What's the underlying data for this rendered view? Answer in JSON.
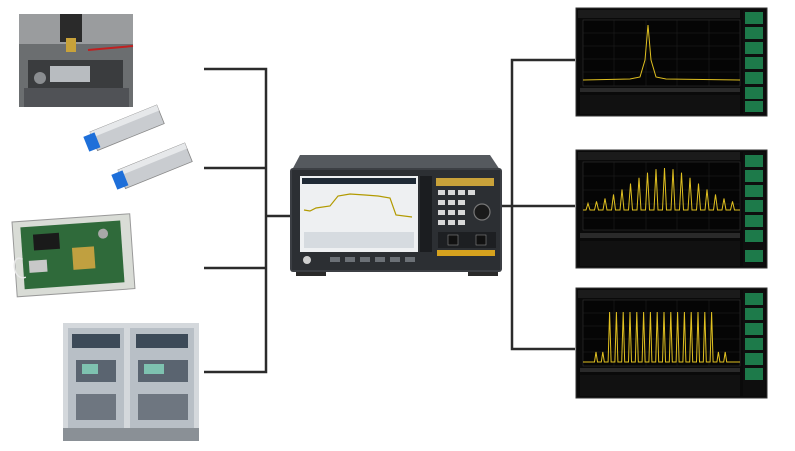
{
  "diagram": {
    "inputs": [
      {
        "name": "probe-station-photo"
      },
      {
        "name": "sfp-transceiver-modules-photo"
      },
      {
        "name": "laser-module-board-photo"
      },
      {
        "name": "test-rack-instruments-photo"
      }
    ],
    "center": {
      "name": "optical-spectrum-analyzer-instrument"
    },
    "outputs": [
      {
        "name": "spectrum-single-peak-screen"
      },
      {
        "name": "spectrum-fp-comb-screen"
      },
      {
        "name": "spectrum-wide-comb-screen"
      }
    ]
  },
  "colors": {
    "line": "#2b2b2b",
    "trace": "#e0c020",
    "screen_bg": "#0a0a0a",
    "softkey": "#1d7a4a",
    "instrument_body": "#3c3f44"
  }
}
